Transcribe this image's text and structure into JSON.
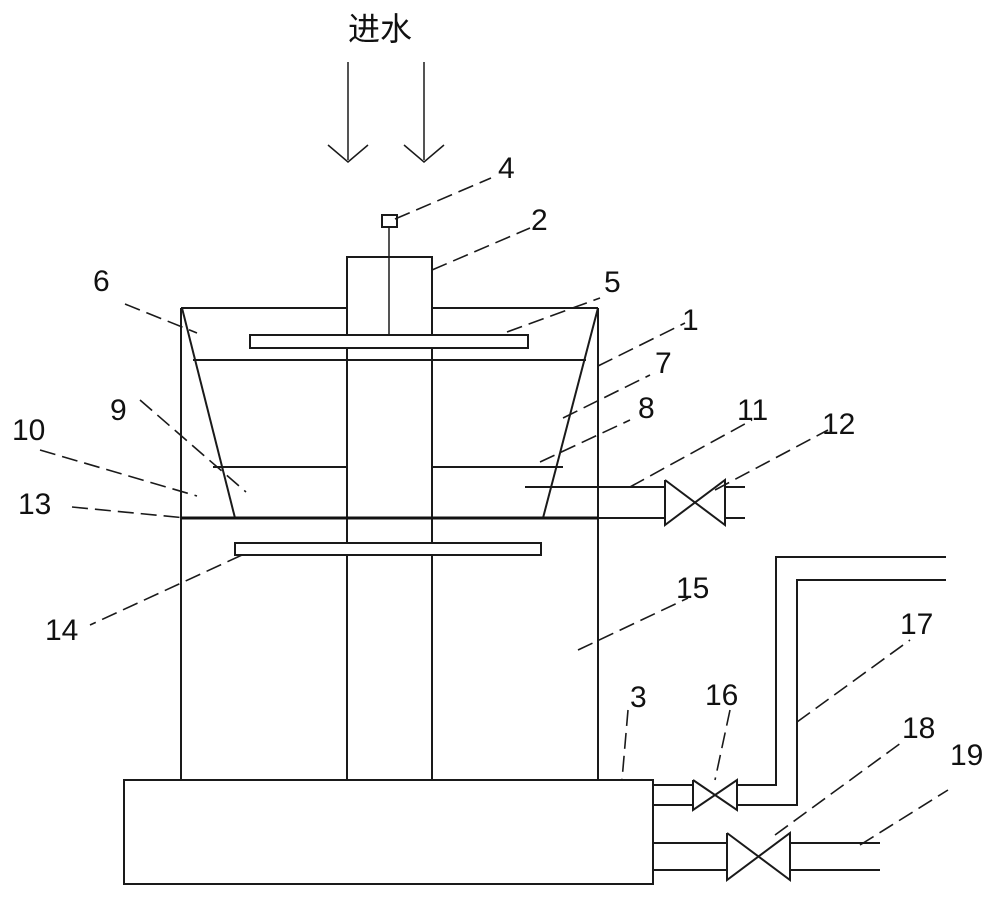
{
  "inlet_label": "进水",
  "labels": [
    "1",
    "2",
    "3",
    "4",
    "5",
    "6",
    "7",
    "8",
    "9",
    "10",
    "11",
    "12",
    "13",
    "14",
    "15",
    "16",
    "17",
    "18",
    "19"
  ]
}
